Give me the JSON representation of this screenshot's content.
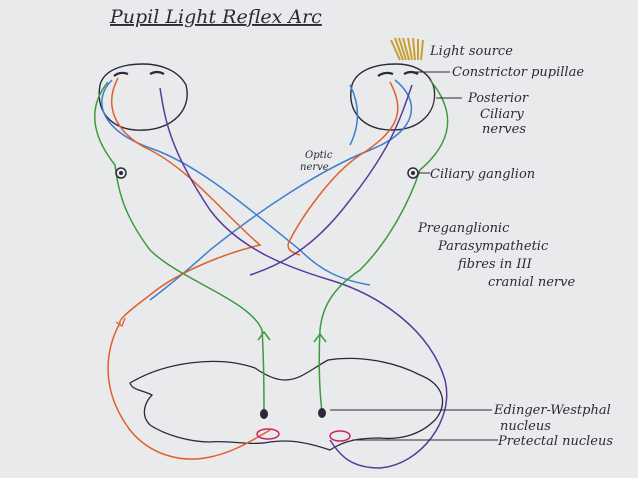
{
  "title": "Pupil Light Reflex Arc",
  "labels": {
    "light_source": "Light source",
    "constrictor": "Constrictor pupillae",
    "posterior_ciliary": [
      "Posterior",
      "Ciliary",
      "nerves"
    ],
    "optic_nerve": [
      "Optic",
      "nerve"
    ],
    "ciliary_ganglion": "Ciliary ganglion",
    "preganglionic": [
      "Preganglionic",
      "Parasympathetic",
      "fibres in III",
      "cranial nerve"
    ],
    "edinger": [
      "Edinger-Westphal",
      "nucleus"
    ],
    "pretectal": "Pretectal nucleus"
  },
  "colors": {
    "paper": "#e9eaec",
    "ink": "#2a2a3a",
    "optic_fibre": "#3a7fd0",
    "afferent_fibre": "#e0602a",
    "efferent_fibre": "#3d9a3d",
    "crossing_fibre": "#5a3a9a",
    "pretectal_mark": "#d0206a",
    "light": "#c8a030"
  }
}
